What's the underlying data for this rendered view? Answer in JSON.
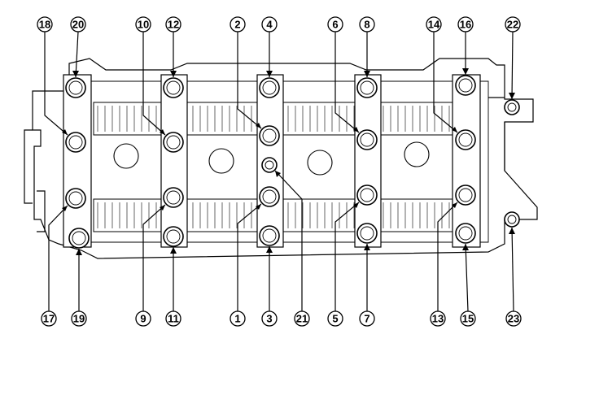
{
  "diagram": {
    "colors": {
      "ink": "#000000",
      "paper": "#ffffff"
    },
    "labels": [
      "18",
      "20",
      "10",
      "12",
      "2",
      "4",
      "6",
      "8",
      "14",
      "16",
      "22",
      "17",
      "19",
      "9",
      "11",
      "1",
      "3",
      "21",
      "5",
      "7",
      "13",
      "15",
      "23"
    ]
  }
}
